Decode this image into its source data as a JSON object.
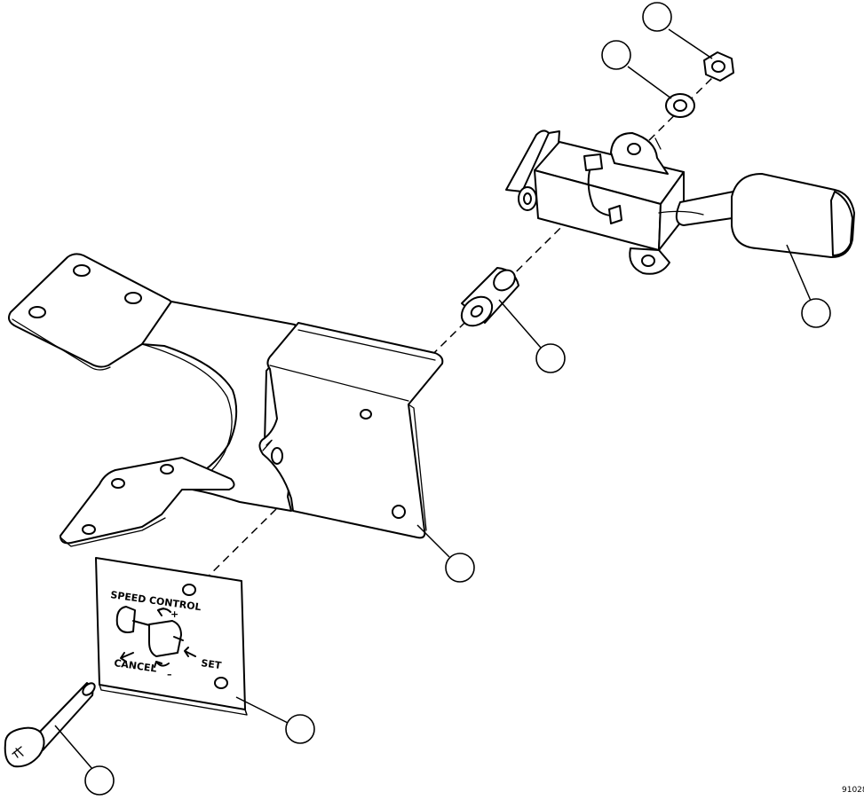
{
  "decal": {
    "speed_control_label": "SPEED CONTROL",
    "set_label": "SET",
    "cancel_label": "CANCEL",
    "plus_sign": "+",
    "minus_sign": "–"
  },
  "figure_id": "91028",
  "callouts": [
    {
      "id": "c1",
      "label": ""
    },
    {
      "id": "c2",
      "label": ""
    },
    {
      "id": "c3",
      "label": ""
    },
    {
      "id": "c4",
      "label": ""
    },
    {
      "id": "c5",
      "label": ""
    },
    {
      "id": "c6",
      "label": ""
    },
    {
      "id": "c7",
      "label": ""
    },
    {
      "id": "c8",
      "label": ""
    }
  ]
}
